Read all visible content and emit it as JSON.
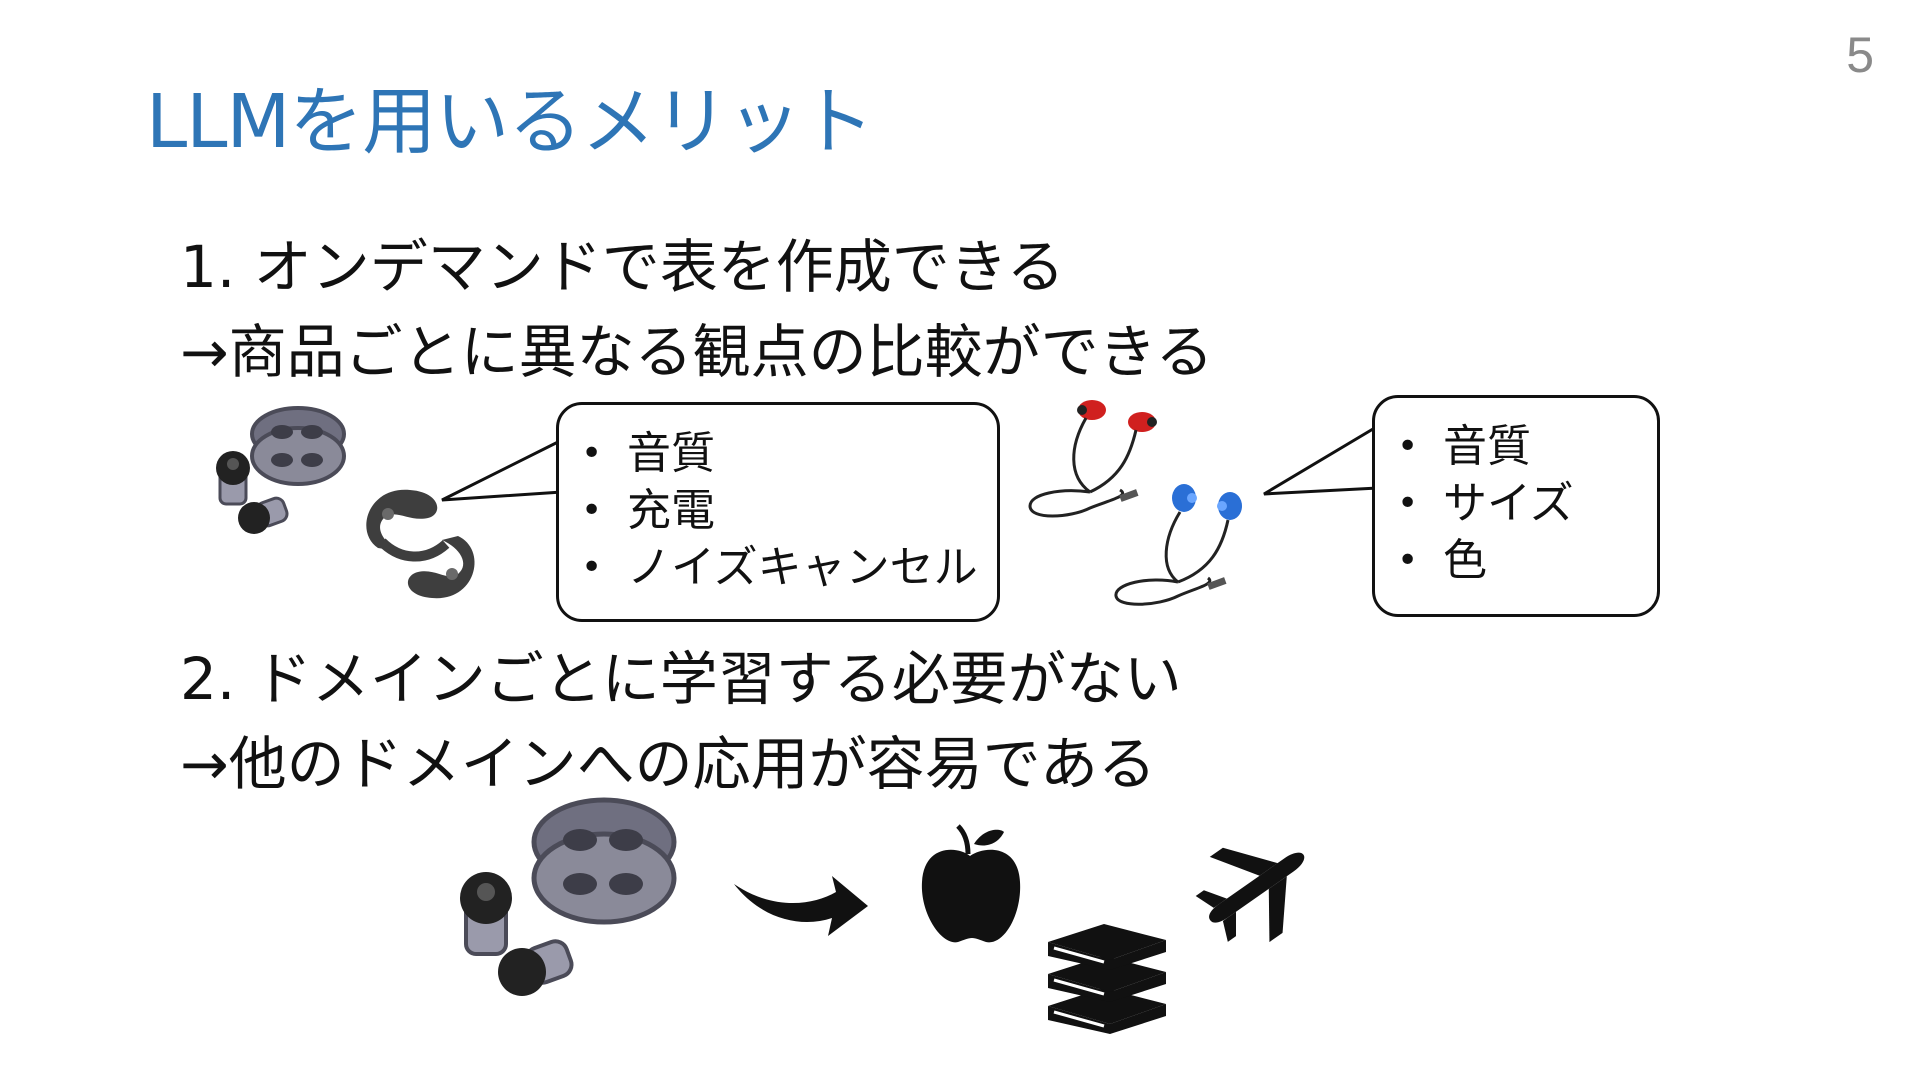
{
  "page_number": "5",
  "title": "LLMを用いるメリット",
  "points": [
    {
      "heading": "1. オンデマンドで表を作成できる",
      "detail": "→商品ごとに異なる観点の比較ができる"
    },
    {
      "heading": "2. ドメインごとに学習する必要がない",
      "detail": "→他のドメインへの応用が容易である"
    }
  ],
  "bubbles": [
    {
      "items": [
        "音質",
        "充電",
        "ノイズキャンセル"
      ]
    },
    {
      "items": [
        "音質",
        "サイズ",
        "色"
      ]
    }
  ],
  "icons": [
    "wireless-earbuds-icon",
    "bone-conduction-earphones-icon",
    "wired-earphones-red-icon",
    "wired-earphones-blue-icon",
    "arrow-right-icon",
    "apple-icon",
    "books-icon",
    "airplane-icon"
  ],
  "colors": {
    "title": "#2e75b6",
    "earphone_red": "#d0201f",
    "earphone_blue": "#2a6fd6"
  }
}
